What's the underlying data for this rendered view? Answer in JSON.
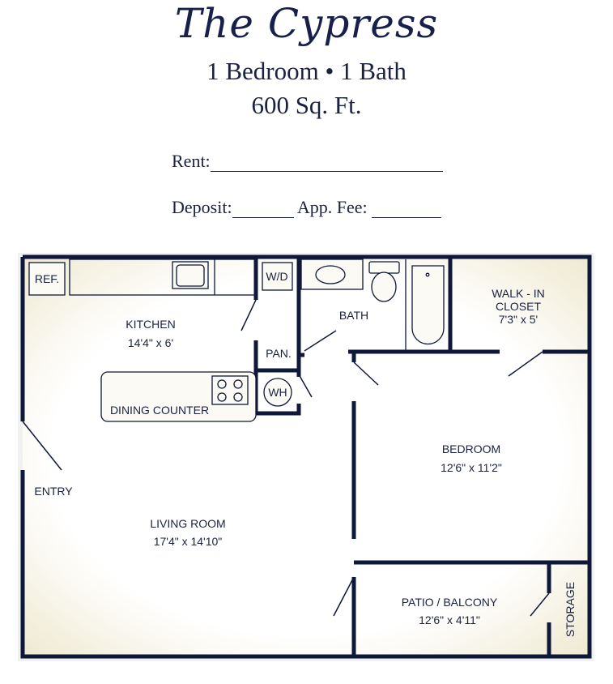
{
  "header": {
    "title": "The Cypress",
    "layout": "1 Bedroom • 1 Bath",
    "area": "600 Sq. Ft."
  },
  "form": {
    "rent_label": "Rent:",
    "deposit_label": "Deposit:",
    "app_fee_label": "App. Fee:"
  },
  "rooms": {
    "ref": "REF.",
    "wd": "W/D",
    "kitchen": {
      "name": "KITCHEN",
      "size": "14'4\" x 6'"
    },
    "pantry": "PAN.",
    "wh": "WH",
    "dining": "DINING COUNTER",
    "bath": "BATH",
    "closet": {
      "name1": "WALK - IN",
      "name2": "CLOSET",
      "size": "7'3\" x 5'"
    },
    "bedroom": {
      "name": "BEDROOM",
      "size": "12'6\" x 11'2\""
    },
    "entry": "ENTRY",
    "living": {
      "name": "LIVING ROOM",
      "size": "17'4\" x 14'10\""
    },
    "patio": {
      "name": "PATIO / BALCONY",
      "size": "12'6\" x 4'11\""
    },
    "storage": "STORAGE"
  },
  "colors": {
    "wall": "#0e1838",
    "floor_edge": "#efe9d2"
  }
}
